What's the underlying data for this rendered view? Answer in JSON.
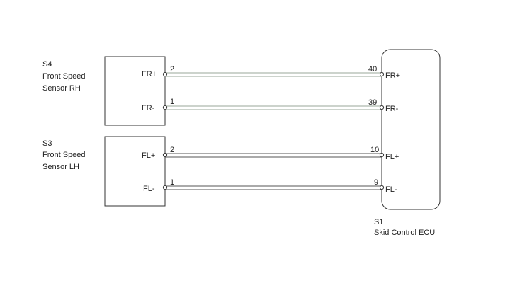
{
  "sensor_rh": {
    "code": "S4",
    "name_line1": "Front Speed",
    "name_line2": "Sensor RH",
    "pins": [
      {
        "label": "FR+",
        "number": "2"
      },
      {
        "label": "FR-",
        "number": "1"
      }
    ]
  },
  "sensor_lh": {
    "code": "S3",
    "name_line1": "Front Speed",
    "name_line2": "Sensor LH",
    "pins": [
      {
        "label": "FL+",
        "number": "2"
      },
      {
        "label": "FL-",
        "number": "1"
      }
    ]
  },
  "ecu": {
    "code": "S1",
    "name": "Skid Control ECU",
    "pins": [
      {
        "label": "FR+",
        "number": "40"
      },
      {
        "label": "FR-",
        "number": "39"
      },
      {
        "label": "FL+",
        "number": "10"
      },
      {
        "label": "FL-",
        "number": "9"
      }
    ]
  },
  "colors": {
    "wire_fr": "#9aa79a",
    "wire_fl": "#555555",
    "outline": "#333333"
  }
}
